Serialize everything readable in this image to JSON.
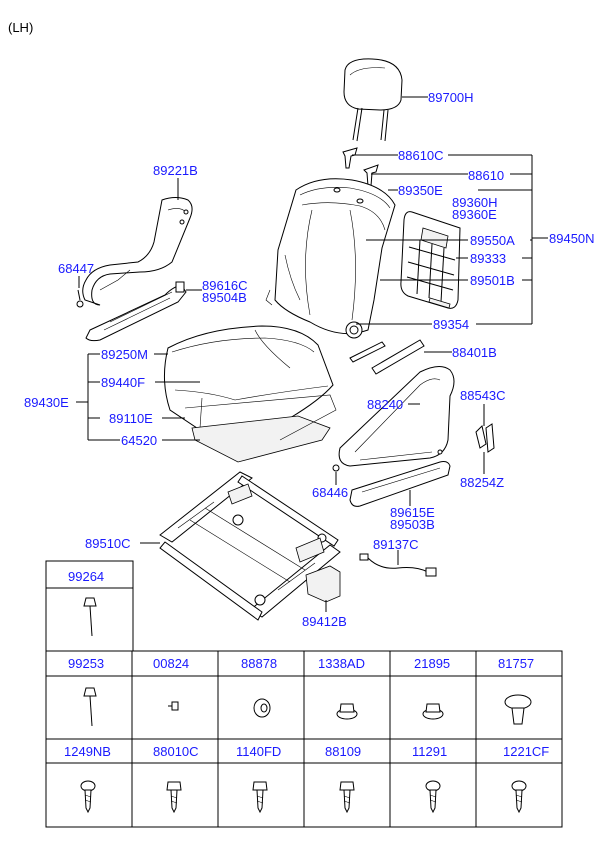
{
  "corner_label": "(LH)",
  "callouts": {
    "c89700H": "89700H",
    "c88610C": "88610C",
    "c88610": "88610",
    "c89350E": "89350E",
    "c89360H": "89360H",
    "c89360E": "89360E",
    "c89550A": "89550A",
    "c89450N": "89450N",
    "c89333": "89333",
    "c89501B": "89501B",
    "c89354": "89354",
    "c89221B": "89221B",
    "c68447": "68447",
    "c89616C": "89616C",
    "c89504B": "89504B",
    "c89250M": "89250M",
    "c89440F": "89440F",
    "c89430E": "89430E",
    "c89110E": "89110E",
    "c64520": "64520",
    "c88401B": "88401B",
    "c88240": "88240",
    "c88543C": "88543C",
    "c88254Z": "88254Z",
    "c68446": "68446",
    "c89615E": "89615E",
    "c89503B": "89503B",
    "c89510C": "89510C",
    "c89137C": "89137C",
    "c89412B": "89412B"
  },
  "fastener_table": {
    "top_cell": "99264",
    "row1": [
      "99253",
      "00824",
      "88878",
      "1338AD",
      "21895",
      "81757"
    ],
    "row2": [
      "1249NB",
      "88010C",
      "1140FD",
      "88109",
      "11291",
      "1221CF"
    ]
  }
}
